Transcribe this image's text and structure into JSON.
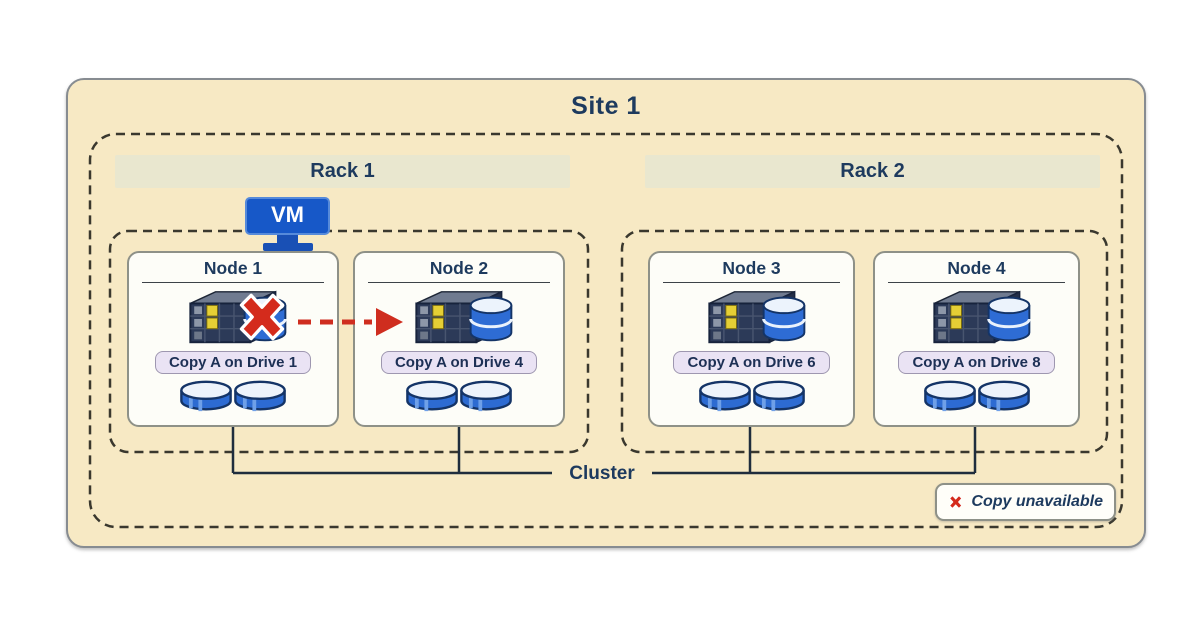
{
  "site": {
    "title": "Site 1"
  },
  "racks": [
    {
      "label": "Rack 1"
    },
    {
      "label": "Rack 2"
    }
  ],
  "nodes": [
    {
      "title": "Node 1",
      "copy_label": "Copy A on Drive 1",
      "copy_unavailable": true,
      "rack": "Rack 1"
    },
    {
      "title": "Node 2",
      "copy_label": "Copy A on Drive 4",
      "copy_unavailable": false,
      "rack": "Rack 1"
    },
    {
      "title": "Node 3",
      "copy_label": "Copy A on Drive 6",
      "copy_unavailable": false,
      "rack": "Rack 2"
    },
    {
      "title": "Node 4",
      "copy_label": "Copy A on Drive 8",
      "copy_unavailable": false,
      "rack": "Rack 2"
    }
  ],
  "vm": {
    "label": "VM"
  },
  "cluster": {
    "label": "Cluster"
  },
  "legend": {
    "label": "Copy unavailable",
    "icon": "red-x-icon"
  },
  "failover_arrow": {
    "from": "Node 1",
    "to": "Node 2",
    "style": "red-dashed"
  },
  "icons": {
    "vm-monitor-icon": "blue monitor with VM text",
    "server-storage-icon": "dark server chassis with yellow lights and blue database cylinder",
    "drive-cylinder-icon": "blue disk cylinder",
    "red-x-icon": "✖"
  },
  "colors": {
    "site_fill": "#f7e9c4",
    "rack_bar_fill": "#e9e7cf",
    "navy_text": "#1d3a5e",
    "vm_blue": "#1758c8",
    "error_red": "#d42b1c",
    "pill_fill": "#eae3f4",
    "cylinder_blue": "#2d6bd2",
    "node_fill": "#fdfdf8"
  }
}
